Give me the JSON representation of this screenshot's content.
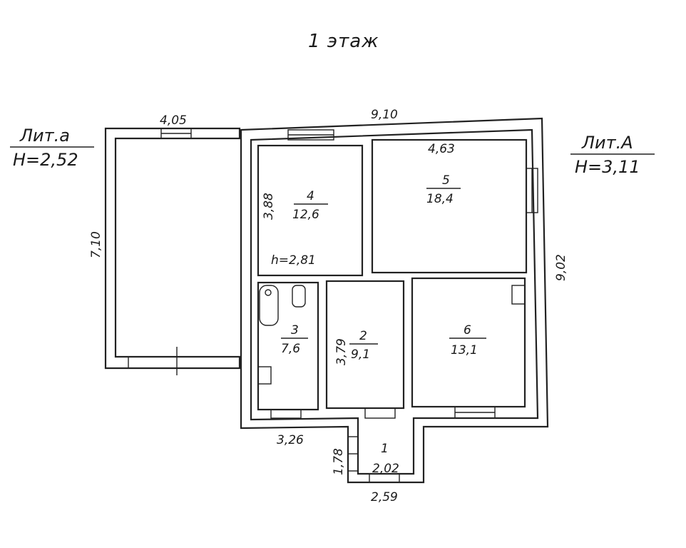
{
  "title": "1 этаж",
  "lit_small": {
    "name": "Лит.а",
    "height": "Н=2,52"
  },
  "lit_main": {
    "name": "Лит.А",
    "height": "Н=3,11"
  },
  "dimensions": {
    "annex_width": "4,05",
    "annex_depth": "7,10",
    "main_width": "9,10",
    "main_depth": "9,02",
    "room5_width": "4,63",
    "room4_depth": "3,88",
    "room2_depth": "3,79",
    "room3_width": "3,26",
    "entry_depth": "1,78",
    "entry_width": "2,59"
  },
  "ceiling_height": "h=2,81",
  "rooms": [
    {
      "number": "1",
      "area": "2,02"
    },
    {
      "number": "2",
      "area": "9,1"
    },
    {
      "number": "3",
      "area": "7,6"
    },
    {
      "number": "4",
      "area": "12,6"
    },
    {
      "number": "5",
      "area": "18,4"
    },
    {
      "number": "6",
      "area": "13,1"
    }
  ]
}
